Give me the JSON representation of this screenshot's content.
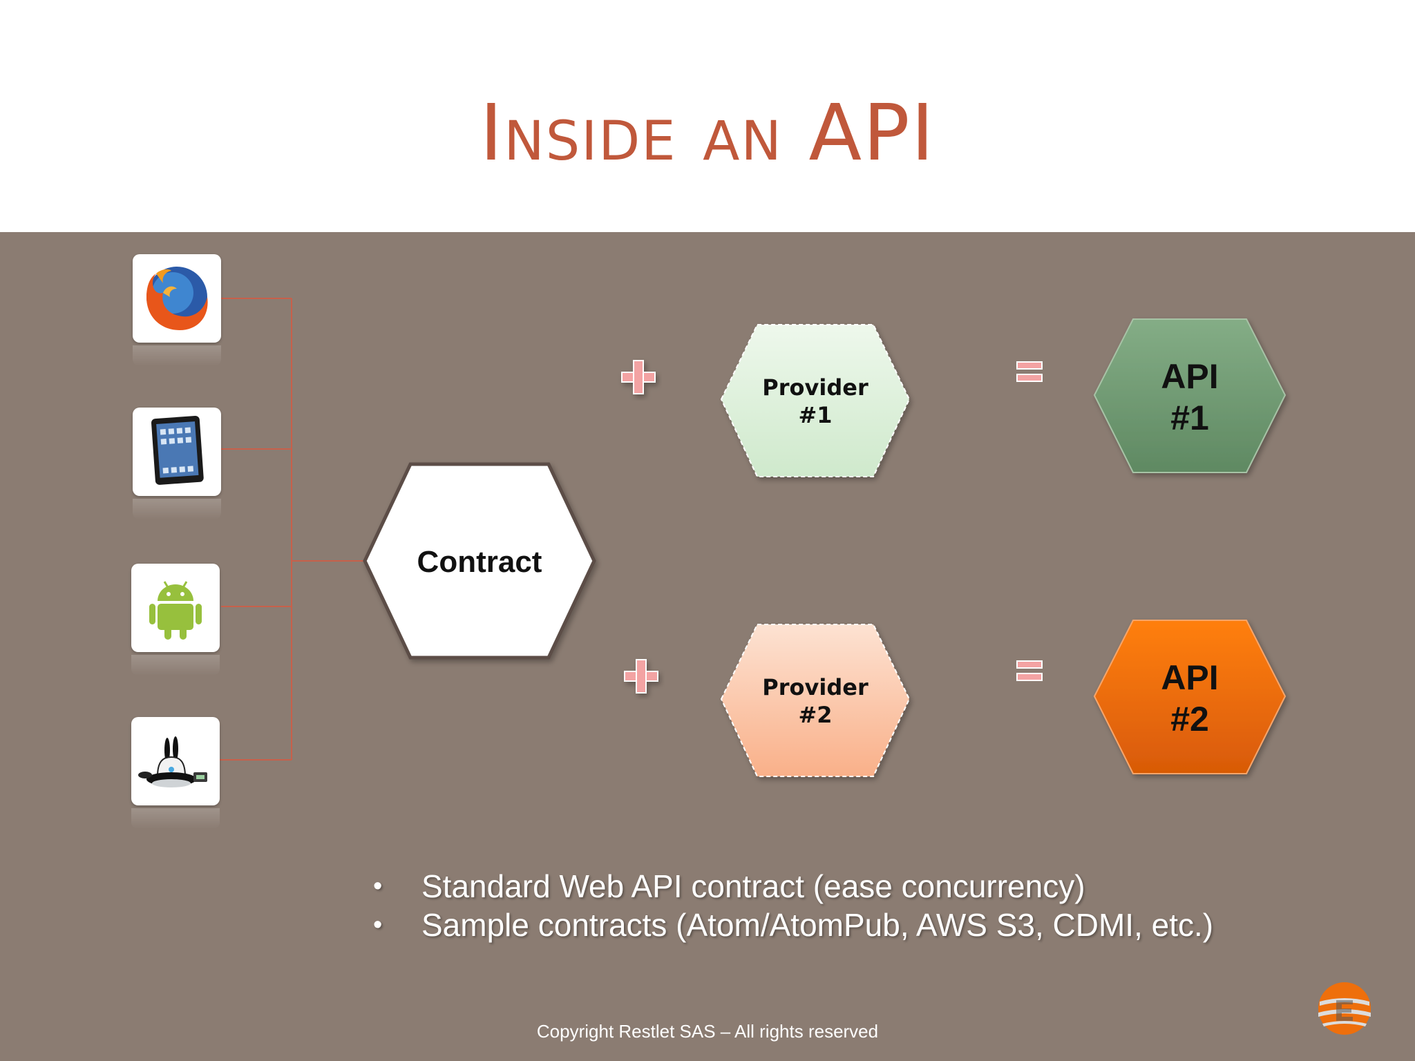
{
  "slide": {
    "title": "Inside an API",
    "copyright": "Copyright Restlet SAS – All rights reserved"
  },
  "clients": [
    {
      "name": "firefox",
      "icon": "firefox-icon"
    },
    {
      "name": "ipad",
      "icon": "ipad-icon"
    },
    {
      "name": "android",
      "icon": "android-icon"
    },
    {
      "name": "nabaztag",
      "icon": "rabbit-device-icon"
    }
  ],
  "diagram": {
    "contract_label": "Contract",
    "plus_symbol": "+",
    "equals_symbol": "=",
    "rows": [
      {
        "provider_line1": "Provider",
        "provider_line2": "#1",
        "api_line1": "API",
        "api_line2": "#1"
      },
      {
        "provider_line1": "Provider",
        "provider_line2": "#2",
        "api_line1": "API",
        "api_line2": "#2"
      }
    ]
  },
  "bullets": [
    "Standard Web API contract (ease concurrency)",
    "Sample contracts (Atom/AtomPub, AWS S3, CDMI, etc.)"
  ],
  "colors": {
    "title": "#c0583b",
    "background": "#8b7c72",
    "connector": "#c8604a",
    "provider1": "#d9efd7",
    "provider2": "#fbc2a3",
    "api1": "#6f9a72",
    "api2": "#ee6f0c",
    "plus": "#f3a3a3"
  }
}
